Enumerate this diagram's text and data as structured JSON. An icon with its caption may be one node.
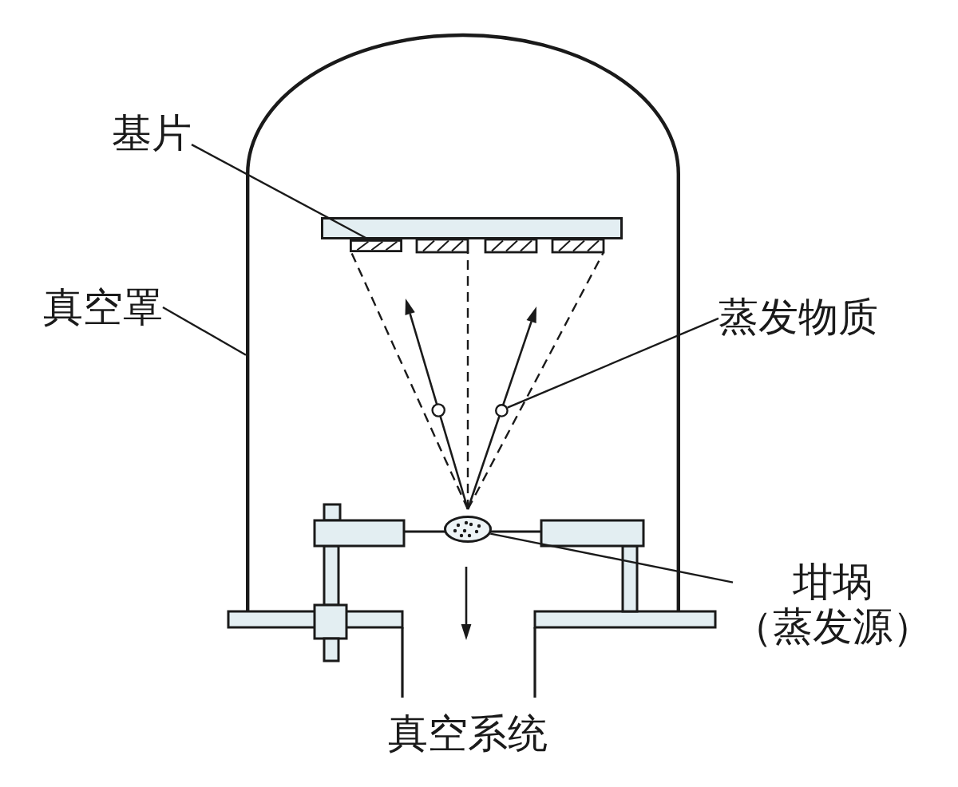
{
  "diagram": {
    "nodes": [
      {
        "text": [
          "基片"
        ]
      },
      {
        "text": [
          "真空罩"
        ]
      },
      {
        "text": [],
        "shape": "dome"
      },
      {
        "text": [],
        "shape": "bar",
        "in": 2
      },
      {
        "text": [],
        "shape": "box",
        "in": 2
      },
      {
        "text": [],
        "shape": "circle",
        "in": 2
      },
      {
        "text": [],
        "shape": "ellipse",
        "in": 2
      },
      {
        "text": [
          "蒸发物质"
        ]
      },
      {
        "text": [
          "坩埚",
          "（蒸发源）"
        ]
      }
    ],
    "edges": [
      {
        "from": 0,
        "to": 4,
        "arrow": "none"
      },
      {
        "from": 1,
        "to": 2,
        "arrow": "none"
      },
      {
        "from": 7,
        "to": 5,
        "arrow": "none"
      },
      {
        "from": 8,
        "to": 6,
        "arrow": "none"
      }
    ],
    "labels": [
      "真空系统"
    ]
  }
}
